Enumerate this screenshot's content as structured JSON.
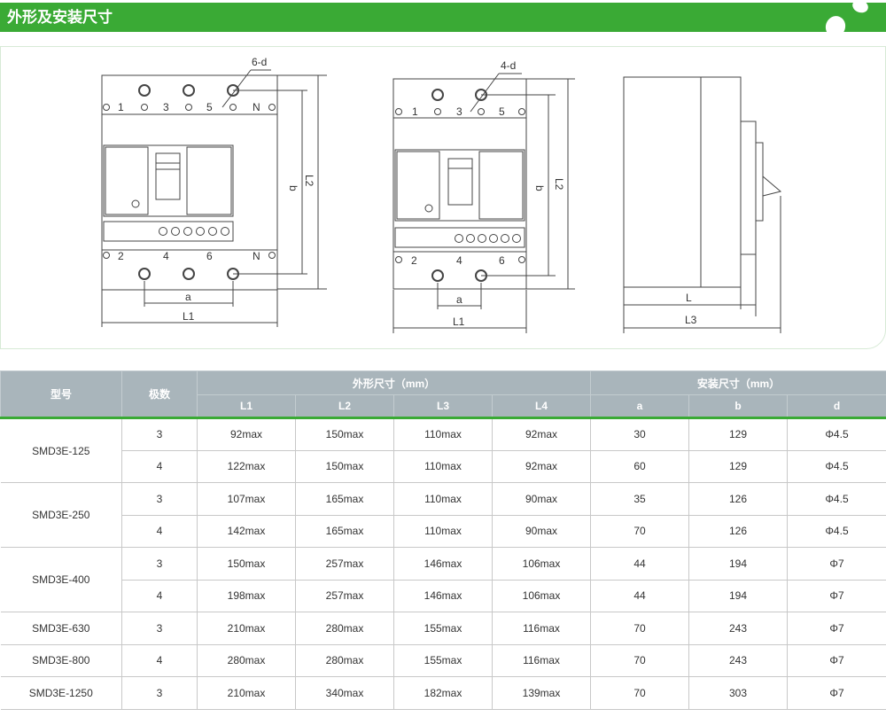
{
  "header": {
    "title": "外形及安装尺寸"
  },
  "drawings": {
    "d4p": {
      "holes": "6-d",
      "top": [
        "1",
        "3",
        "5",
        "N"
      ],
      "bottom": [
        "2",
        "4",
        "6",
        "N"
      ],
      "a": "a",
      "b": "b",
      "L1": "L1",
      "L2": "L2"
    },
    "d3p": {
      "holes": "4-d",
      "top": [
        "1",
        "3",
        "5"
      ],
      "bottom": [
        "2",
        "4",
        "6"
      ],
      "a": "a",
      "b": "b",
      "L1": "L1",
      "L2": "L2"
    },
    "side": {
      "L": "L",
      "L3": "L3"
    }
  },
  "table": {
    "h_model": "型号",
    "h_poles": "极数",
    "h_outer": "外形尺寸（mm）",
    "h_mount": "安装尺寸（mm）",
    "sub": [
      "L1",
      "L2",
      "L3",
      "L4",
      "a",
      "b",
      "d"
    ],
    "groups": [
      {
        "model": "SMD3E-125",
        "rows": [
          [
            "3",
            "92max",
            "150max",
            "110max",
            "92max",
            "30",
            "129",
            "Φ4.5"
          ],
          [
            "4",
            "122max",
            "150max",
            "110max",
            "92max",
            "60",
            "129",
            "Φ4.5"
          ]
        ]
      },
      {
        "model": "SMD3E-250",
        "rows": [
          [
            "3",
            "107max",
            "165max",
            "110max",
            "90max",
            "35",
            "126",
            "Φ4.5"
          ],
          [
            "4",
            "142max",
            "165max",
            "110max",
            "90max",
            "70",
            "126",
            "Φ4.5"
          ]
        ]
      },
      {
        "model": "SMD3E-400",
        "rows": [
          [
            "3",
            "150max",
            "257max",
            "146max",
            "106max",
            "44",
            "194",
            "Φ7"
          ],
          [
            "4",
            "198max",
            "257max",
            "146max",
            "106max",
            "44",
            "194",
            "Φ7"
          ]
        ]
      },
      {
        "model": "SMD3E-630",
        "rows": [
          [
            "3",
            "210max",
            "280max",
            "155max",
            "116max",
            "70",
            "243",
            "Φ7"
          ]
        ]
      },
      {
        "model": "SMD3E-800",
        "rows": [
          [
            "4",
            "280max",
            "280max",
            "155max",
            "116max",
            "70",
            "243",
            "Φ7"
          ]
        ]
      },
      {
        "model": "SMD3E-1250",
        "rows": [
          [
            "3",
            "210max",
            "340max",
            "182max",
            "139max",
            "70",
            "303",
            "Φ7"
          ]
        ]
      }
    ]
  }
}
